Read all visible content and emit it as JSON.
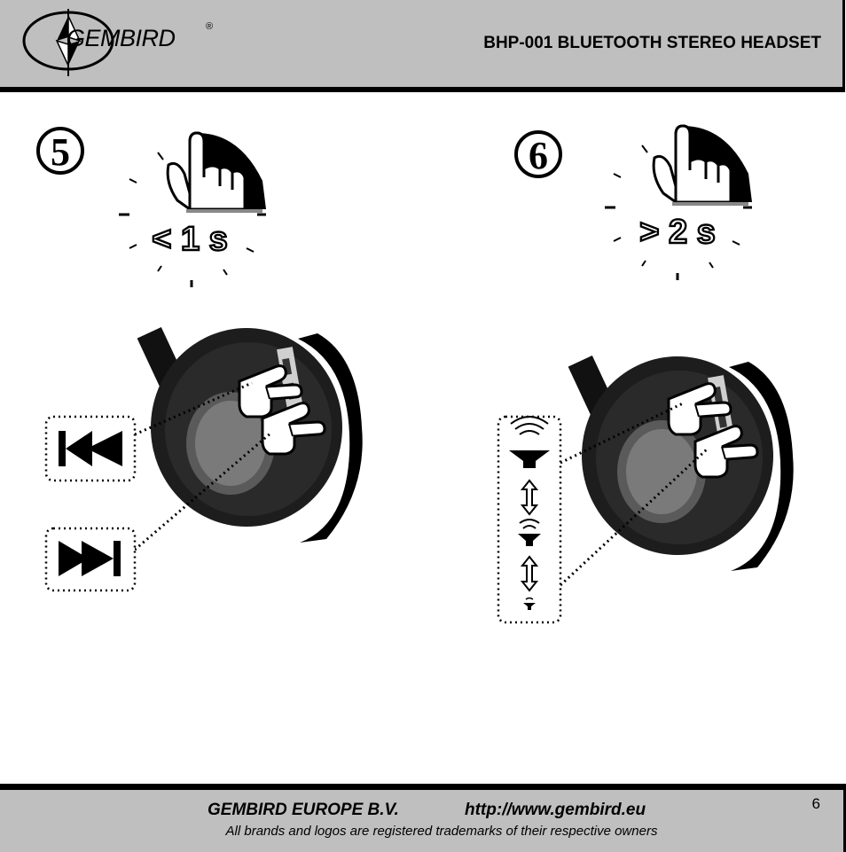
{
  "header": {
    "brand": "GEMBIRD",
    "registered": "®",
    "title": "BHP-001 BLUETOOTH STEREO HEADSET"
  },
  "steps": [
    {
      "number": "5",
      "duration": "< 1 s",
      "functions": [
        "previous-track-icon",
        "next-track-icon"
      ]
    },
    {
      "number": "6",
      "duration": "> 2 s",
      "functions": [
        "volume-high-icon",
        "volume-mid-icon",
        "volume-low-icon"
      ]
    }
  ],
  "footer": {
    "company": "GEMBIRD EUROPE B.V.",
    "url": "http://www.gembird.eu",
    "note": "All brands and logos are registered trademarks of their respective owners",
    "page": "6"
  }
}
